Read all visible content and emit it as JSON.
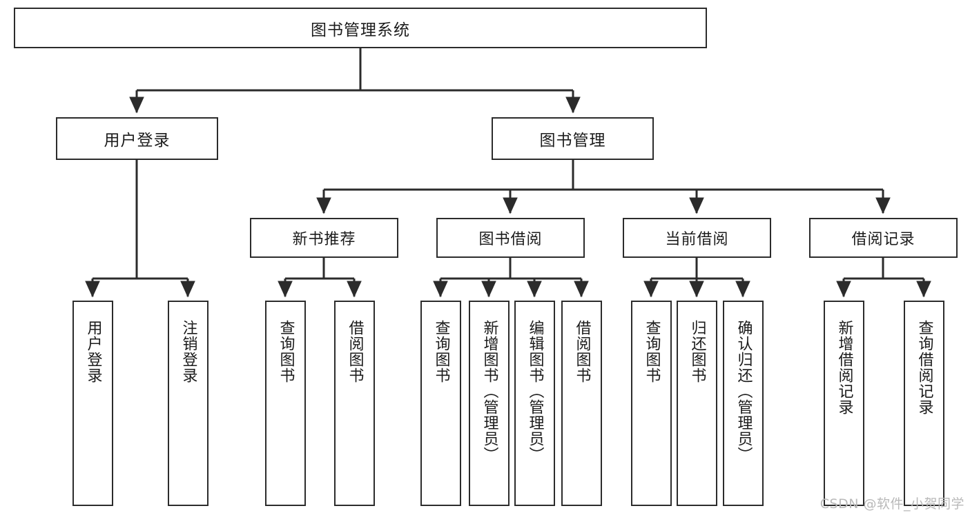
{
  "diagram": {
    "title": "图书管理系统",
    "type": "tree-hierarchy-chart",
    "watermark": "CSDN @软件_小贺同学",
    "colors": {
      "border": "#2b2b2b",
      "background": "#ffffff",
      "text": "#1b1b1b",
      "watermark": "#b9b9b9"
    },
    "root": {
      "label": "图书管理系统"
    },
    "level1": [
      {
        "label": "用户登录"
      },
      {
        "label": "图书管理"
      }
    ],
    "level2": [
      {
        "label": "新书推荐"
      },
      {
        "label": "图书借阅"
      },
      {
        "label": "当前借阅"
      },
      {
        "label": "借阅记录"
      }
    ],
    "leaves": {
      "user_login": [
        {
          "label": "用户登录"
        },
        {
          "label": "注销登录"
        }
      ],
      "new_book_recommend": [
        {
          "label": "查询图书"
        },
        {
          "label": "借阅图书"
        }
      ],
      "book_borrow": [
        {
          "label": "查询图书"
        },
        {
          "label": "新增图书（管理员）"
        },
        {
          "label": "编辑图书（管理员）"
        },
        {
          "label": "借阅图书"
        }
      ],
      "current_borrow": [
        {
          "label": "查询图书"
        },
        {
          "label": "归还图书"
        },
        {
          "label": "确认归还（管理员）"
        }
      ],
      "borrow_record": [
        {
          "label": "新增借阅记录"
        },
        {
          "label": "查询借阅记录"
        }
      ]
    }
  }
}
